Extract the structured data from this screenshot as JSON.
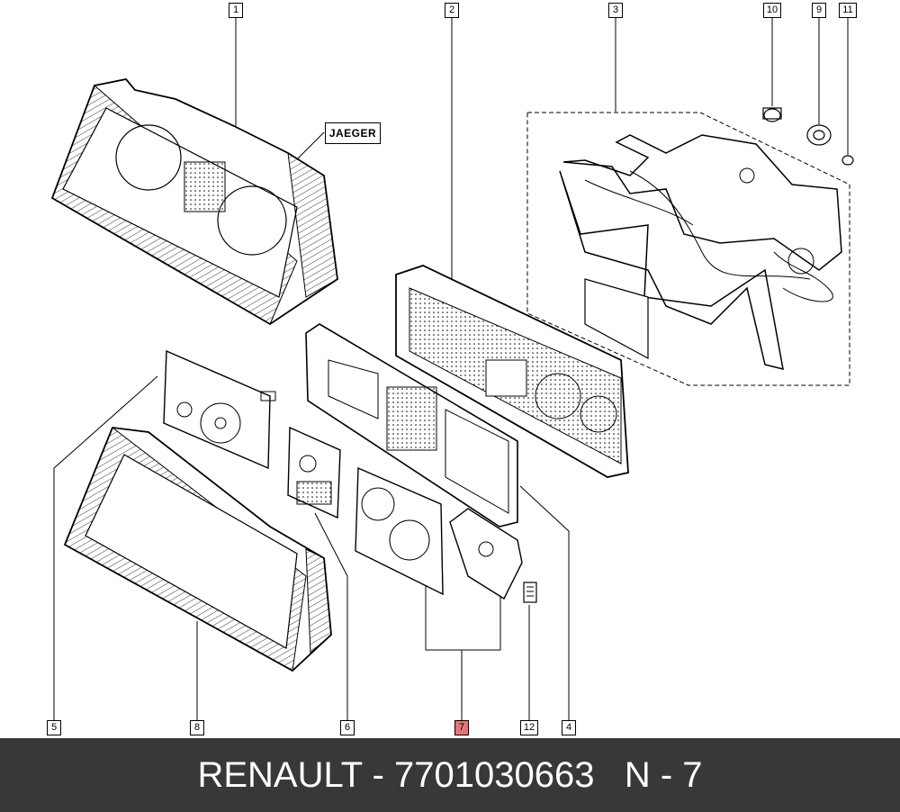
{
  "callouts": [
    "1",
    "2",
    "3",
    "10",
    "9",
    "11",
    "5",
    "8",
    "6",
    "7",
    "12",
    "4"
  ],
  "highlight_color": "#e8747a",
  "brand_label": "JAEGER",
  "footer": {
    "text": "RENAULT - 7701030663   N - 7",
    "background": "#383838"
  }
}
